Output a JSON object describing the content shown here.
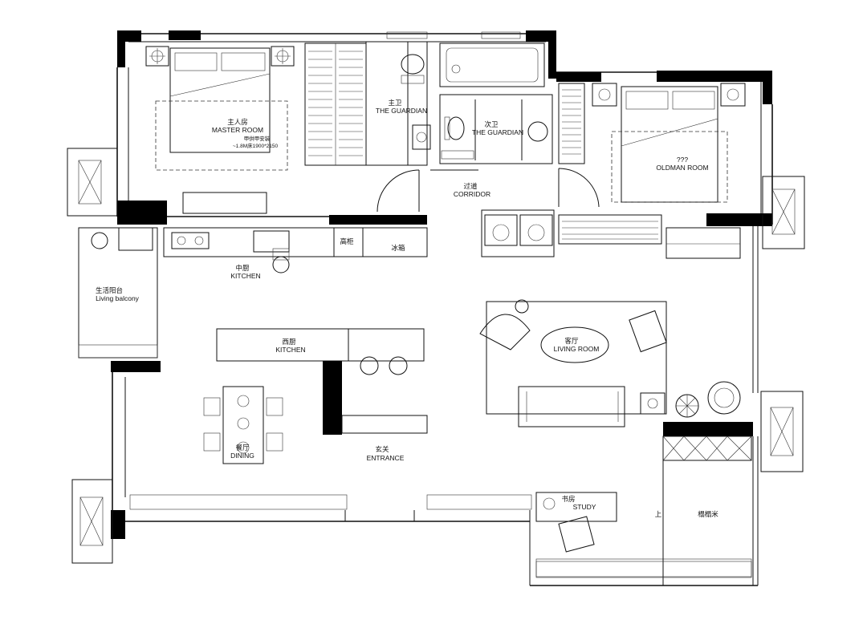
{
  "rooms": {
    "master_room": {
      "zh": "主人房",
      "en": "MASTER ROOM",
      "note1": "甲供甲安装",
      "note2": "~1.8M床1900*2150"
    },
    "master_bath": {
      "zh": "主卫",
      "en": "THE GUARDIAN"
    },
    "second_bath": {
      "zh": "次卫",
      "en": "THE GUARDIAN"
    },
    "oldman_room": {
      "zh": "???",
      "en": "OLDMAN ROOM"
    },
    "corridor": {
      "zh": "过道",
      "en": "CORRIDOR"
    },
    "kitchen_mid": {
      "zh": "中厨",
      "en": "KITCHEN"
    },
    "tall_cabinet": {
      "zh": "高柜"
    },
    "fridge": {
      "zh": "冰箱"
    },
    "living_balcony": {
      "zh": "生活阳台",
      "en": "Living balcony"
    },
    "western_kitchen": {
      "zh": "西厨",
      "en": "KITCHEN"
    },
    "living_room": {
      "zh": "客厅",
      "en": "LIVING ROOM"
    },
    "dining": {
      "zh": "餐厅",
      "en": "DINING"
    },
    "entrance": {
      "zh": "玄关",
      "en": "ENTRANCE"
    },
    "study": {
      "zh": "书房",
      "en": "STUDY"
    },
    "up_mark": {
      "zh": "上"
    },
    "tatami": {
      "zh": "榻榻米"
    }
  }
}
